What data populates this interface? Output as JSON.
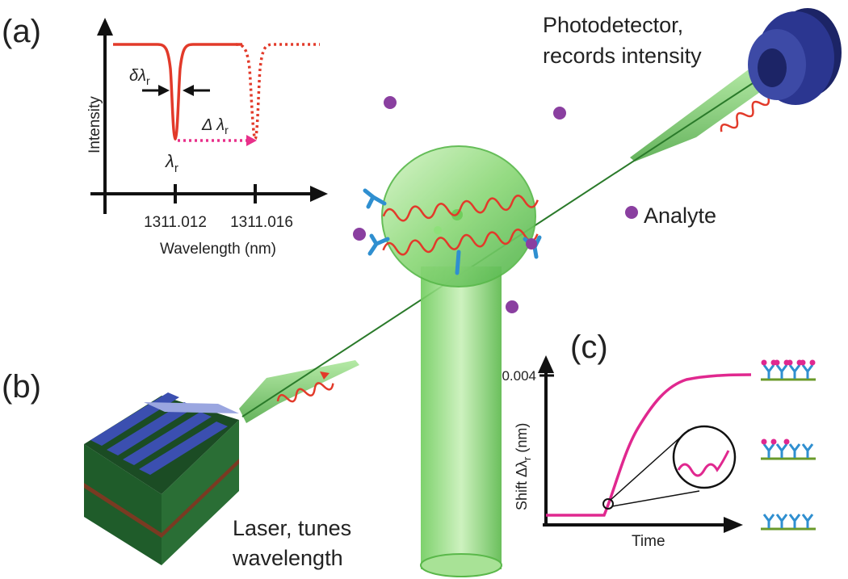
{
  "panels": {
    "a": "(a)",
    "b": "(b)",
    "c": "(c)"
  },
  "inset_a": {
    "y_label": "Intensity",
    "x_label": "Wavelength (nm)",
    "ticks": [
      "1311.012",
      "1311.016"
    ],
    "delta_lambda_sym": "δλ",
    "delta_lambda_sub": "r",
    "shift_sym": "Δ λ",
    "shift_sub": "r",
    "lambda_sym": "λ",
    "lambda_sub": "r"
  },
  "labels": {
    "photodetector_line1": "Photodetector,",
    "photodetector_line2": "records intensity",
    "analyte": "Analyte",
    "laser_line1": "Laser, tunes",
    "laser_line2": "wavelength"
  },
  "inset_c": {
    "y_label": "Shift Δλ",
    "y_label_sub": "r",
    "y_label_unit": " (nm)",
    "y_tick": "0.004",
    "x_label": "Time"
  },
  "colors": {
    "resonance": "#e23a2a",
    "shift_arrow": "#e8308a",
    "fiber": "#55c24a",
    "analyte": "#8a3fa0",
    "antibody": "#2f8fd0",
    "curve": "#e0288f",
    "detector": "#26307a"
  }
}
